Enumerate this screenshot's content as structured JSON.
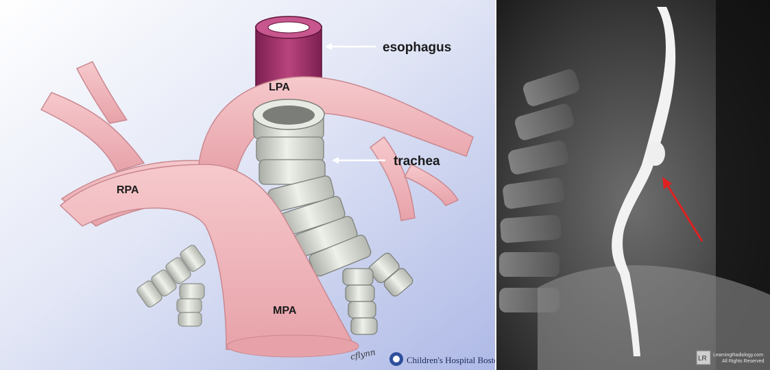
{
  "illustration": {
    "labels": {
      "esophagus": "esophagus",
      "lpa": "LPA",
      "rpa": "RPA",
      "mpa": "MPA",
      "trachea": "trachea"
    },
    "credit": {
      "signature": "cflynn",
      "institution": "Children's Hospital Boston"
    },
    "colors": {
      "artery": "#f1b7bb",
      "artery_shadow": "#d98f97",
      "esophagus": "#a8336f",
      "trachea": "#d9dcd6",
      "background_top": "#ffffff",
      "background_bottom": "#b9c3ea"
    }
  },
  "xray": {
    "watermark": {
      "line1": "LearningRadiology.com",
      "line2": "All Rights Reserved",
      "logo": "LR"
    },
    "arrow_color": "#e02020"
  }
}
